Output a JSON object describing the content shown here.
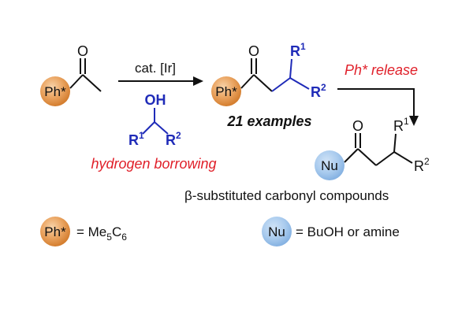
{
  "labels": {
    "ph_star": "Ph*",
    "oxygen": "O",
    "nu": "Nu",
    "oh": "OH",
    "r1": "R",
    "r1_sup": "1",
    "r2": "R",
    "r2_sup": "2",
    "catalyst": "cat. [Ir]",
    "hydrogen_borrowing": "hydrogen borrowing",
    "examples": "21 examples",
    "ph_release": "Ph* release",
    "beta_symbol": "β",
    "product_class": "-substituted carbonyl compounds",
    "legend_ph_eq": "= Me",
    "legend_ph_sub1": "5",
    "legend_ph_mid": "C",
    "legend_ph_sub2": "6",
    "legend_nu_eq": "= BuOH or amine"
  },
  "colors": {
    "orange_fill": "#e59a4c",
    "blue_circle": "#9dc3ea",
    "blue_text": "#1f2bb8",
    "red_text": "#e0202a",
    "black": "#111111"
  }
}
